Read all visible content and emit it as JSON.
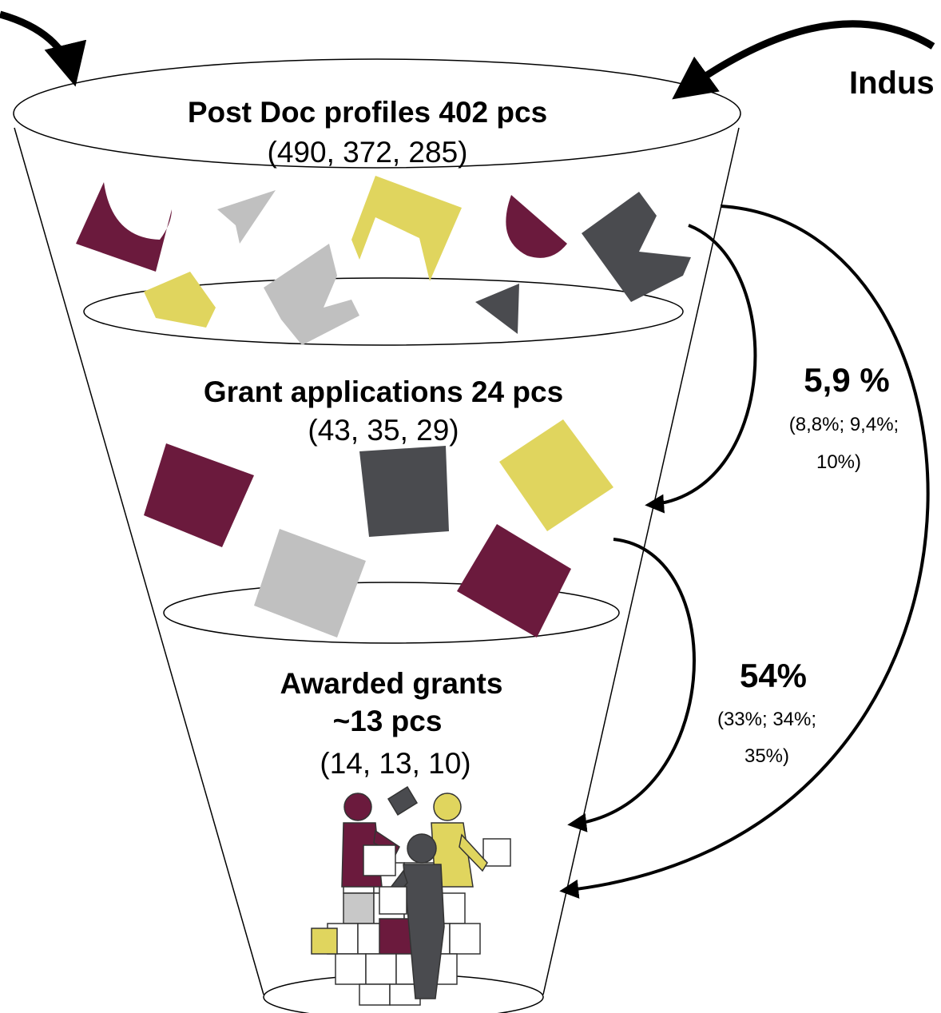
{
  "edge_label": "Indus",
  "stages": [
    {
      "title": "Post Doc profiles 402 pcs",
      "counts": "(490, 372, 285)"
    },
    {
      "title": "Grant applications 24 pcs",
      "counts": "(43, 35, 29)"
    },
    {
      "title_line1": "Awarded grants",
      "title_line2": "~13 pcs",
      "counts": "(14, 13, 10)"
    }
  ],
  "conversions": [
    {
      "value": "5,9 %",
      "history_line1": "(8,8%; 9,4%;",
      "history_line2": "10%)"
    },
    {
      "value": "54%",
      "history_line1": "(33%; 34%;",
      "history_line2": "35%)"
    }
  ],
  "colors": {
    "burgundy": "#6b1a3d",
    "yellow": "#e0d55e",
    "light_gray": "#c0c0c0",
    "dark_gray": "#4a4b4f",
    "outline": "#000000"
  }
}
